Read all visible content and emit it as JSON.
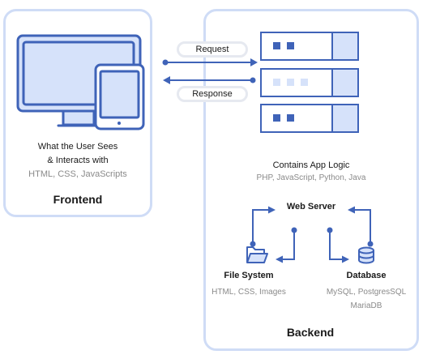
{
  "frontend": {
    "description_line1": "What the User Sees",
    "description_line2": "& Interacts with",
    "tech": "HTML, CSS, JavaScripts",
    "title": "Frontend"
  },
  "arrows": {
    "request_label": "Request",
    "response_label": "Response"
  },
  "backend": {
    "logic_title": "Contains App Logic",
    "logic_langs": "PHP, JavaScript, Python, Java",
    "web_server": "Web Server",
    "file_system": {
      "title": "File System",
      "detail": "HTML, CSS, Images"
    },
    "database": {
      "title": "Database",
      "detail_line1": "MySQL, PostgresSQL",
      "detail_line2": "MariaDB"
    },
    "title": "Backend"
  },
  "colors": {
    "accent": "#3f63b8",
    "panel_border": "#cfdcf6",
    "device_fill": "#d6e2fa",
    "pill_border": "#e6e9f0",
    "muted_text": "#8a8a8a"
  },
  "icons": {
    "devices": "monitor-and-tablet-icon",
    "servers": "server-rack-icon",
    "folder": "folder-icon",
    "database": "database-icon"
  }
}
